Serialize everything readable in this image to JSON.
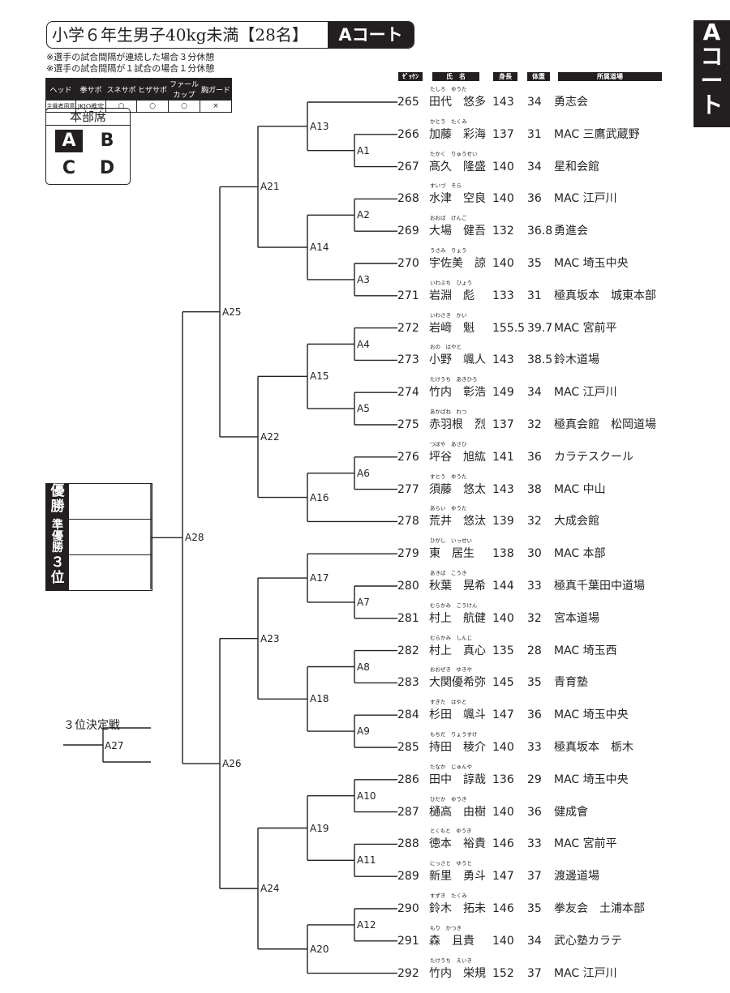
{
  "title": "小学６年生男子40kg未満【28名】",
  "court": "Aコート",
  "side_tab": "Aコート",
  "notes": [
    "※選手の試合間隔が連続した場合３分休憩",
    "※選手の試合間隔が１試合の場合１分休憩"
  ],
  "gear": {
    "headers": [
      "ヘッド",
      "拳サポ",
      "スネサポ",
      "ヒザサポ",
      "ファールカップ",
      "胸ガード"
    ],
    "values": [
      "主催者用意",
      "JKJO推定",
      "○",
      "○",
      "○",
      "×"
    ]
  },
  "hq": {
    "title": "本部席",
    "cells": [
      "A",
      "B",
      "C",
      "D"
    ],
    "selected": "A"
  },
  "columns": {
    "bib": "ｾﾞｯｹﾝ",
    "name": "氏　名",
    "height": "身長",
    "weight": "体重",
    "club": "所属道場"
  },
  "results": {
    "first": "優勝",
    "second": "準優勝",
    "third": "３位"
  },
  "third_place_title": "３位決定戦",
  "matches": [
    "A1",
    "A2",
    "A3",
    "A4",
    "A5",
    "A6",
    "A7",
    "A8",
    "A9",
    "A10",
    "A11",
    "A12",
    "A13",
    "A14",
    "A15",
    "A16",
    "A17",
    "A18",
    "A19",
    "A20",
    "A21",
    "A22",
    "A23",
    "A24",
    "A25",
    "A26",
    "A27",
    "A28"
  ],
  "players": [
    {
      "no": "265",
      "furigana": "たしろ　ゆうた",
      "name": "田代　悠多",
      "height": "143",
      "weight": "34",
      "club": "勇志会"
    },
    {
      "no": "266",
      "furigana": "かとう　たくみ",
      "name": "加藤　彩海",
      "height": "137",
      "weight": "31",
      "club": "MAC 三鷹武蔵野"
    },
    {
      "no": "267",
      "furigana": "たかく　りゅうせい",
      "name": "髙久　隆盛",
      "height": "140",
      "weight": "34",
      "club": "星和会館"
    },
    {
      "no": "268",
      "furigana": "すいづ　そら",
      "name": "水津　空良",
      "height": "140",
      "weight": "36",
      "club": "MAC 江戸川"
    },
    {
      "no": "269",
      "furigana": "おおば　けんご",
      "name": "大場　健吾",
      "height": "132",
      "weight": "36.8",
      "club": "勇進会"
    },
    {
      "no": "270",
      "furigana": "うさみ　りょう",
      "name": "宇佐美　諒",
      "height": "140",
      "weight": "35",
      "club": "MAC 埼玉中央"
    },
    {
      "no": "271",
      "furigana": "いわぶち　ひょう",
      "name": "岩淵　彪",
      "height": "133",
      "weight": "31",
      "club": "極真坂本　城東本部"
    },
    {
      "no": "272",
      "furigana": "いわさき　かい",
      "name": "岩﨑　魁",
      "height": "155.5",
      "weight": "39.7",
      "club": "MAC 宮前平"
    },
    {
      "no": "273",
      "furigana": "おの　はやと",
      "name": "小野　颯人",
      "height": "143",
      "weight": "38.5",
      "club": "鈴木道場"
    },
    {
      "no": "274",
      "furigana": "たけうち　あきひろ",
      "name": "竹内　彰浩",
      "height": "149",
      "weight": "34",
      "club": "MAC 江戸川"
    },
    {
      "no": "275",
      "furigana": "あかばね　れつ",
      "name": "赤羽根　烈",
      "height": "137",
      "weight": "32",
      "club": "極真会館　松岡道場"
    },
    {
      "no": "276",
      "furigana": "つぼや　あさひ",
      "name": "坪谷　旭紘",
      "height": "141",
      "weight": "36",
      "club": "カラテスクール"
    },
    {
      "no": "277",
      "furigana": "すとう　ゆうた",
      "name": "須藤　悠太",
      "height": "143",
      "weight": "38",
      "club": "MAC 中山"
    },
    {
      "no": "278",
      "furigana": "あらい　ゆうた",
      "name": "荒井　悠汰",
      "height": "139",
      "weight": "32",
      "club": "大成会館"
    },
    {
      "no": "279",
      "furigana": "ひがし　いっせい",
      "name": "東　居生",
      "height": "138",
      "weight": "30",
      "club": "MAC 本部"
    },
    {
      "no": "280",
      "furigana": "あきば　こうき",
      "name": "秋葉　晃希",
      "height": "144",
      "weight": "33",
      "club": "極真千葉田中道場"
    },
    {
      "no": "281",
      "furigana": "むらかみ　こうけん",
      "name": "村上　航健",
      "height": "140",
      "weight": "32",
      "club": "宮本道場"
    },
    {
      "no": "282",
      "furigana": "むらかみ　しんじ",
      "name": "村上　真心",
      "height": "135",
      "weight": "28",
      "club": "MAC 埼玉西"
    },
    {
      "no": "283",
      "furigana": "おおぜき　ゆきや",
      "name": "大関優希弥",
      "height": "145",
      "weight": "35",
      "club": "青育塾"
    },
    {
      "no": "284",
      "furigana": "すぎた　はやと",
      "name": "杉田　颯斗",
      "height": "147",
      "weight": "36",
      "club": "MAC 埼玉中央"
    },
    {
      "no": "285",
      "furigana": "もちだ　りょうすけ",
      "name": "持田　稜介",
      "height": "140",
      "weight": "33",
      "club": "極真坂本　栃木"
    },
    {
      "no": "286",
      "furigana": "たなか　じゅんや",
      "name": "田中　諄哉",
      "height": "136",
      "weight": "29",
      "club": "MAC 埼玉中央"
    },
    {
      "no": "287",
      "furigana": "ひだか　ゆうき",
      "name": "樋高　由樹",
      "height": "140",
      "weight": "36",
      "club": "健成會"
    },
    {
      "no": "288",
      "furigana": "とくもと　ゆうき",
      "name": "徳本　裕貴",
      "height": "146",
      "weight": "33",
      "club": "MAC 宮前平"
    },
    {
      "no": "289",
      "furigana": "にっさと　ゆうと",
      "name": "新里　勇斗",
      "height": "147",
      "weight": "37",
      "club": "渡邊道場"
    },
    {
      "no": "290",
      "furigana": "すずき　たくみ",
      "name": "鈴木　拓未",
      "height": "146",
      "weight": "35",
      "club": "拳友会　土浦本部"
    },
    {
      "no": "291",
      "furigana": "もり　かつき",
      "name": "森　且貴",
      "height": "140",
      "weight": "34",
      "club": "武心塾カラテ"
    },
    {
      "no": "292",
      "furigana": "たけうち　えいき",
      "name": "竹内　栄規",
      "height": "152",
      "weight": "37",
      "club": "MAC 江戸川"
    }
  ]
}
